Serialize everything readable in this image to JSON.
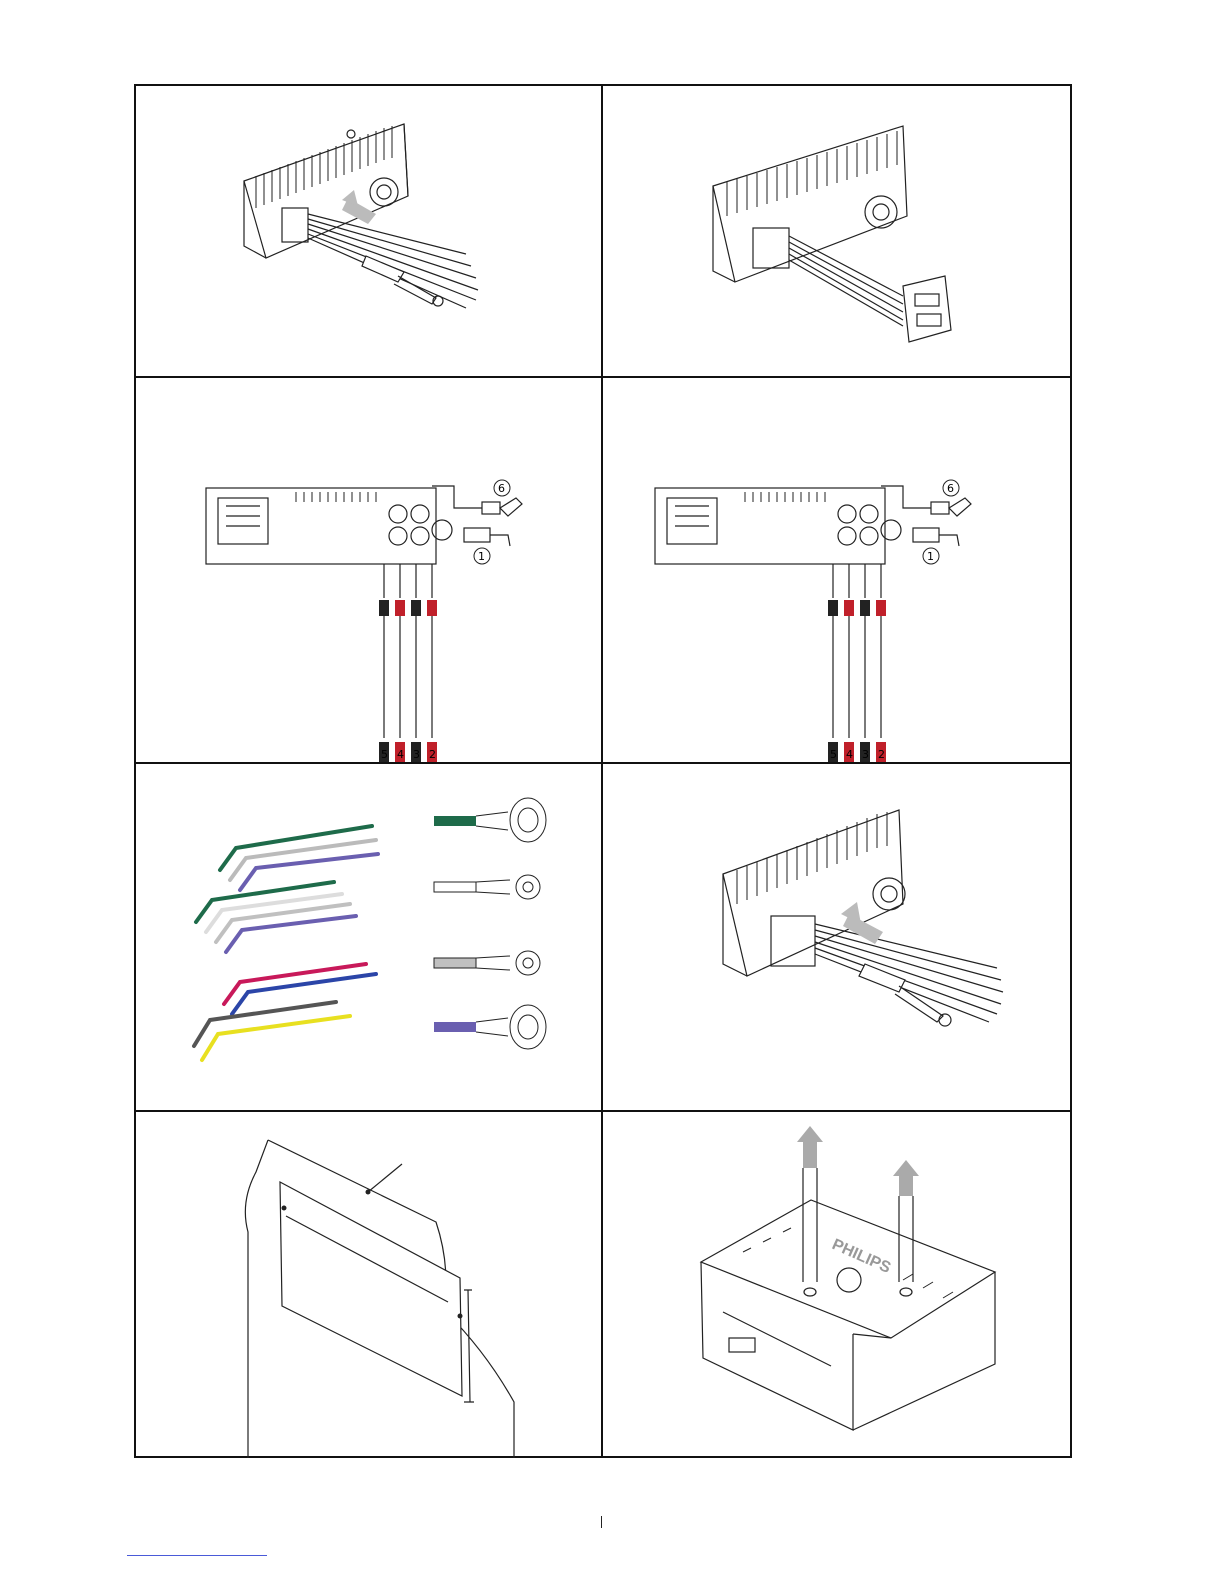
{
  "figures": [
    {
      "id": "fig-1"
    },
    {
      "id": "fig-2"
    },
    {
      "id": "fig-3",
      "callouts": [
        "6",
        "1",
        "5",
        "4",
        "3",
        "2"
      ]
    },
    {
      "id": "fig-4",
      "callouts": [
        "6",
        "1",
        "5",
        "4",
        "3",
        "2"
      ]
    },
    {
      "id": "fig-5",
      "wire_colors": [
        "#1e6b4a",
        "#ffffff",
        "#c0c0c0",
        "#6a5fb0",
        "#c8195a",
        "#2b45a8",
        "#555555",
        "#e8e020"
      ]
    },
    {
      "id": "fig-6"
    },
    {
      "id": "fig-7"
    },
    {
      "id": "fig-8",
      "brand_logo": "PHILIPS"
    }
  ]
}
